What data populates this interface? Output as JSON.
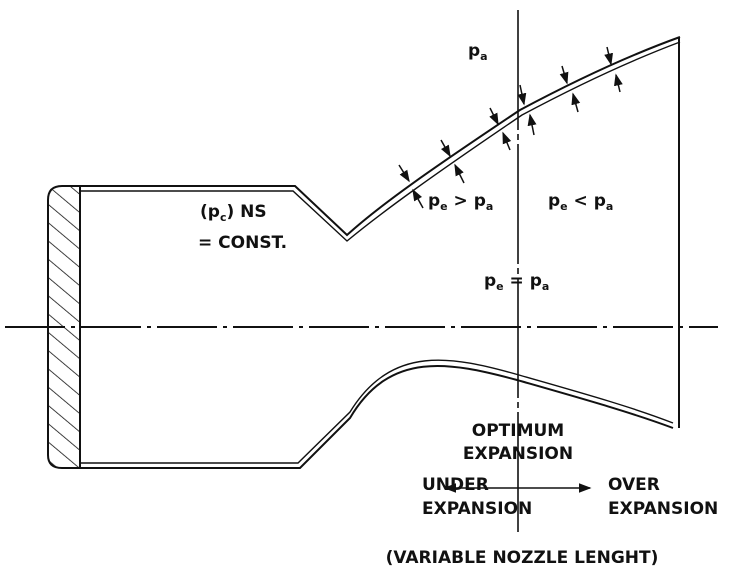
{
  "labels": {
    "pa_top": {
      "main": "p",
      "sub": "a"
    },
    "chamber_pressure": {
      "open": "(p",
      "sub": "c",
      "close": ") NS"
    },
    "const": "= CONST.",
    "under": {
      "pe": "p",
      "pe_sub": "e",
      "op": " > ",
      "pa": "p",
      "pa_sub": "a"
    },
    "over": {
      "pe": "p",
      "pe_sub": "e",
      "op": " < ",
      "pa": "p",
      "pa_sub": "a"
    },
    "optimum_eq": {
      "pe": "p",
      "pe_sub": "e",
      "op": " = ",
      "pa": "p",
      "pa_sub": "a"
    },
    "optimum_expansion": [
      "OPTIMUM",
      "EXPANSION"
    ],
    "under_expansion": [
      "UNDER",
      "EXPANSION"
    ],
    "over_expansion": [
      "OVER",
      "EXPANSION"
    ],
    "caption": "(VARIABLE NOZZLE LENGHT)"
  },
  "colors": {
    "ink": "#111111",
    "background": "#ffffff"
  }
}
